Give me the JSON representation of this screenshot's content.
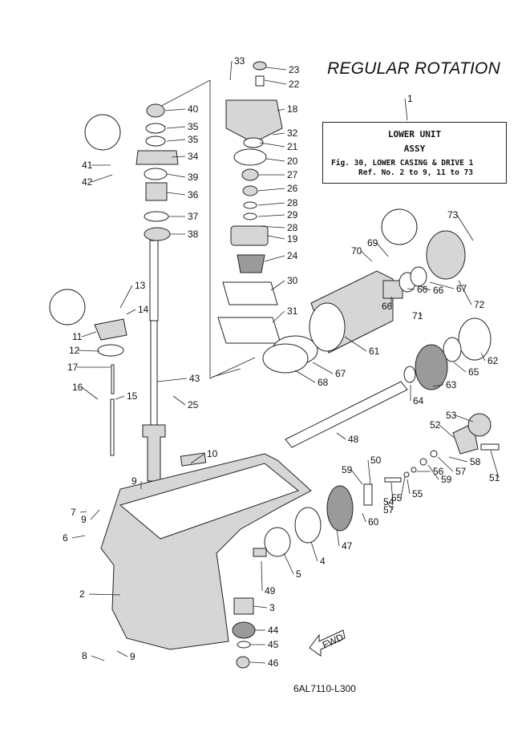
{
  "diagram": {
    "title": "REGULAR ROTATION",
    "info_box": {
      "line1": "LOWER UNIT",
      "line2": "ASSY",
      "line3": "Fig. 30, LOWER CASING & DRIVE 1",
      "line4": "Ref. No. 2 to 9, 11 to 73"
    },
    "drawing_code": "6AL7110-L300",
    "fwd_label": "FWD",
    "callouts": [
      "1",
      "2",
      "3",
      "4",
      "5",
      "6",
      "7",
      "8",
      "9",
      "9",
      "9",
      "10",
      "11",
      "12",
      "13",
      "14",
      "15",
      "16",
      "17",
      "18",
      "19",
      "20",
      "21",
      "22",
      "23",
      "24",
      "25",
      "26",
      "27",
      "28",
      "28",
      "29",
      "30",
      "31",
      "32",
      "33",
      "34",
      "35",
      "35",
      "36",
      "37",
      "38",
      "39",
      "40",
      "41",
      "42",
      "43",
      "44",
      "45",
      "46",
      "47",
      "48",
      "49",
      "50",
      "51",
      "52",
      "53",
      "54",
      "55",
      "55",
      "56",
      "57",
      "57",
      "58",
      "59",
      "59",
      "60",
      "61",
      "62",
      "63",
      "64",
      "65",
      "66",
      "66",
      "66",
      "67",
      "67",
      "68",
      "69",
      "70",
      "71",
      "72",
      "73"
    ]
  }
}
